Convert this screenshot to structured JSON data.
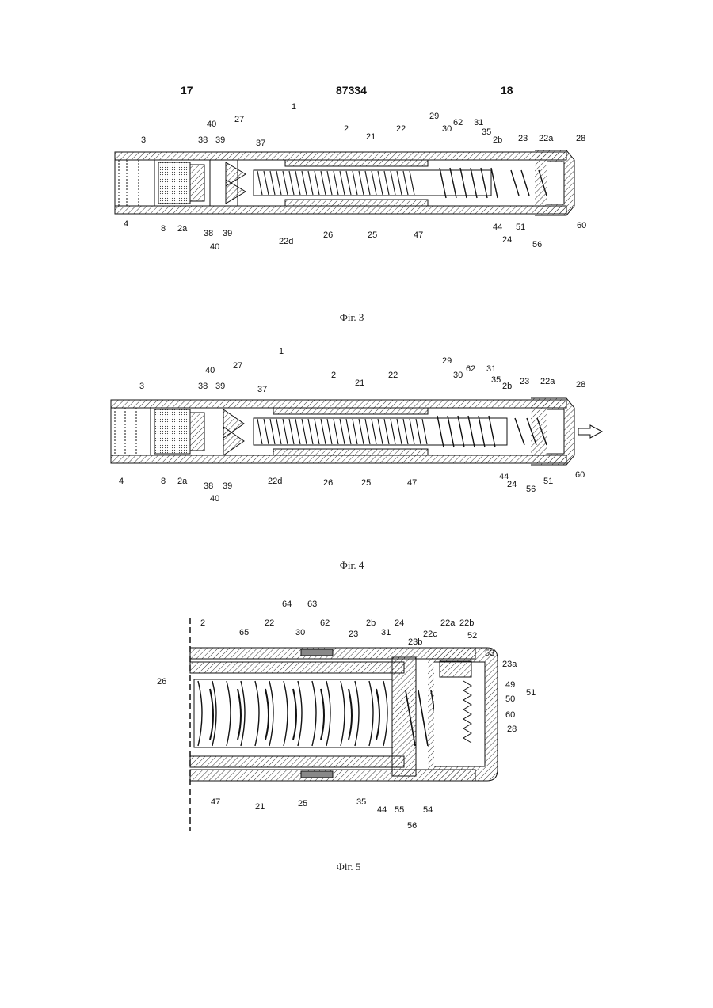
{
  "header": {
    "page_left": "17",
    "patent_number": "87334",
    "page_right": "18"
  },
  "figures": [
    {
      "caption": "Фіг. 3",
      "labels": [
        "1",
        "2",
        "3",
        "4",
        "8",
        "2a",
        "40",
        "38",
        "39",
        "27",
        "37",
        "21",
        "22",
        "29",
        "30",
        "62",
        "31",
        "35",
        "2b",
        "23",
        "22a",
        "28",
        "60",
        "56",
        "24",
        "51",
        "44",
        "47",
        "25",
        "26",
        "22d",
        "38",
        "39",
        "40"
      ]
    },
    {
      "caption": "Фіг. 4",
      "labels": [
        "1",
        "2",
        "3",
        "4",
        "8",
        "2a",
        "40",
        "38",
        "39",
        "27",
        "37",
        "21",
        "22",
        "29",
        "30",
        "62",
        "31",
        "35",
        "2b",
        "23",
        "22a",
        "28",
        "60",
        "51",
        "56",
        "24",
        "44",
        "47",
        "25",
        "26",
        "22d",
        "38",
        "39",
        "40"
      ]
    },
    {
      "caption": "Фіг. 5",
      "labels": [
        "2",
        "65",
        "22",
        "64",
        "63",
        "30",
        "62",
        "23",
        "2b",
        "31",
        "24",
        "23b",
        "22c",
        "22a",
        "22b",
        "52",
        "53",
        "23a",
        "26",
        "49",
        "51",
        "50",
        "60",
        "28",
        "47",
        "21",
        "25",
        "35",
        "44",
        "55",
        "54",
        "56"
      ]
    }
  ]
}
